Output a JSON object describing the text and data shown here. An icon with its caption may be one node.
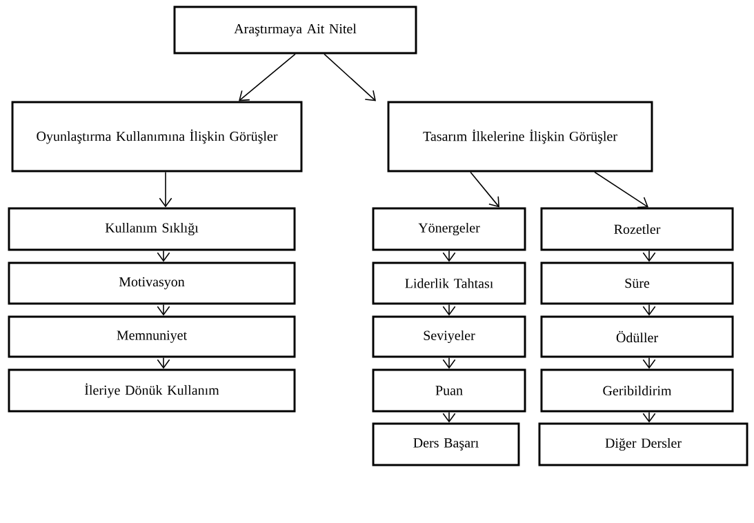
{
  "diagram": {
    "nodes": [
      {
        "text": [
          "Araştırmaya Ait Nitel"
        ]
      },
      {
        "text": [
          "Oyunlaştırma Kullanımına İlişkin Görüşler"
        ]
      },
      {
        "text": [
          "Tasarım İlkelerine İlişkin Görüşler"
        ]
      },
      {
        "text": [
          "Kullanım Sıklığı"
        ]
      },
      {
        "text": [
          "Motivasyon"
        ]
      },
      {
        "text": [
          "Memnuniyet"
        ]
      },
      {
        "text": [
          "İleriye Dönük Kullanım"
        ]
      },
      {
        "text": [
          "Yönergeler"
        ]
      },
      {
        "text": [
          "Liderlik Tahtası"
        ]
      },
      {
        "text": [
          "Seviyeler"
        ]
      },
      {
        "text": [
          "Puan"
        ]
      },
      {
        "text": [
          "Ders Başarı"
        ]
      },
      {
        "text": [
          "Rozetler"
        ]
      },
      {
        "text": [
          "Süre"
        ]
      },
      {
        "text": [
          "Ödüller"
        ]
      },
      {
        "text": [
          "Geribildirim"
        ]
      },
      {
        "text": [
          "Diğer Dersler"
        ]
      }
    ],
    "edges": [
      {
        "from": 0,
        "to": 1,
        "arrow": "to"
      },
      {
        "from": 0,
        "to": 2,
        "arrow": "to"
      },
      {
        "from": 1,
        "to": 3,
        "arrow": "to"
      },
      {
        "from": 3,
        "to": 4,
        "arrow": "to"
      },
      {
        "from": 4,
        "to": 5,
        "arrow": "to"
      },
      {
        "from": 5,
        "to": 6,
        "arrow": "to"
      },
      {
        "from": 2,
        "to": 7,
        "arrow": "to"
      },
      {
        "from": 7,
        "to": 8,
        "arrow": "to"
      },
      {
        "from": 8,
        "to": 9,
        "arrow": "to"
      },
      {
        "from": 9,
        "to": 10,
        "arrow": "to"
      },
      {
        "from": 10,
        "to": 11,
        "arrow": "to"
      },
      {
        "from": 2,
        "to": 12,
        "arrow": "to"
      },
      {
        "from": 12,
        "to": 13,
        "arrow": "to"
      },
      {
        "from": 13,
        "to": 14,
        "arrow": "to"
      },
      {
        "from": 14,
        "to": 15,
        "arrow": "to"
      },
      {
        "from": 15,
        "to": 16,
        "arrow": "to"
      }
    ]
  }
}
